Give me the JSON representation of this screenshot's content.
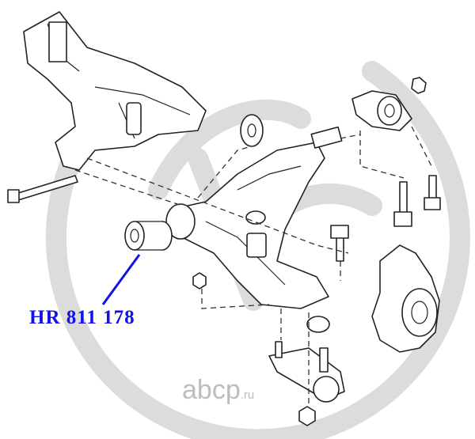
{
  "diagram": {
    "part_number": "HR 811 178",
    "watermark": {
      "brand": "abcp",
      "suffix": ".ru"
    },
    "colors": {
      "label": "#1212e6",
      "watermark": "#dcdcdc",
      "lines": "#222222"
    }
  }
}
